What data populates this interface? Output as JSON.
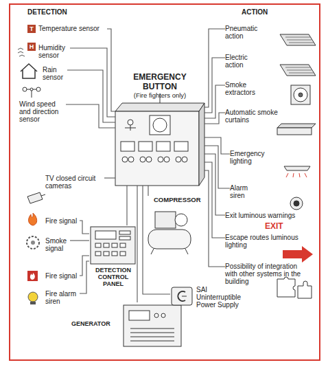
{
  "diagram": {
    "nodes": [
      {
        "text": [
          "EMERGENCY BUTTON",
          "(Fire fighters only)"
        ]
      },
      {
        "text": [
          "Temperature sensor"
        ]
      },
      {
        "text": [
          "Humidity sensor"
        ]
      },
      {
        "text": [
          "Rain sensor"
        ]
      },
      {
        "text": [
          "Wind speed and direction sensor"
        ]
      },
      {
        "text": [
          "TV closed circuit cameras"
        ]
      },
      {
        "text": [
          "DETECTION CONTROL PANEL"
        ]
      },
      {
        "text": [
          "Fire signal"
        ]
      },
      {
        "text": [
          "Smoke signal"
        ]
      },
      {
        "text": [
          "Fire signal"
        ]
      },
      {
        "text": [
          "Fire alarm siren"
        ]
      },
      {
        "text": [
          "GENERATOR"
        ]
      },
      {
        "text": [
          "COMPRESSOR"
        ]
      },
      {
        "text": [
          "SAI Uninterruptible Power Supply"
        ]
      },
      {
        "text": [
          "Pneumatic action"
        ]
      },
      {
        "text": [
          "Electric action"
        ]
      },
      {
        "text": [
          "Smoke extractors"
        ]
      },
      {
        "text": [
          "Automatic smoke curtains"
        ]
      },
      {
        "text": [
          "Emergency lighting"
        ]
      },
      {
        "text": [
          "Alarm siren"
        ]
      },
      {
        "text": [
          "Exit luminous warnings"
        ]
      },
      {
        "text": [
          "Escape routes luminous lighting"
        ]
      },
      {
        "text": [
          "Possibility of integration with other systems in the building"
        ]
      }
    ],
    "edges": [
      {
        "from": 1,
        "to": 0,
        "arrow": "none"
      },
      {
        "from": 2,
        "to": 0,
        "arrow": "none"
      },
      {
        "from": 3,
        "to": 0,
        "arrow": "none"
      },
      {
        "from": 4,
        "to": 0,
        "arrow": "none"
      },
      {
        "from": 5,
        "to": 0,
        "arrow": "none"
      },
      {
        "from": 6,
        "to": 0,
        "arrow": "none"
      },
      {
        "from": 7,
        "to": 6,
        "arrow": "none"
      },
      {
        "from": 8,
        "to": 6,
        "arrow": "none"
      },
      {
        "from": 9,
        "to": 6,
        "arrow": "none"
      },
      {
        "from": 10,
        "to": 6,
        "arrow": "none"
      },
      {
        "from": 11,
        "to": 0,
        "arrow": "none"
      },
      {
        "from": 12,
        "to": 0,
        "arrow": "none"
      },
      {
        "from": 13,
        "to": 0,
        "arrow": "none"
      },
      {
        "from": 0,
        "to": 14,
        "arrow": "none"
      },
      {
        "from": 0,
        "to": 15,
        "arrow": "none"
      },
      {
        "from": 0,
        "to": 16,
        "arrow": "none"
      },
      {
        "from": 0,
        "to": 17,
        "arrow": "none"
      },
      {
        "from": 0,
        "to": 18,
        "arrow": "none"
      },
      {
        "from": 0,
        "to": 19,
        "arrow": "none"
      },
      {
        "from": 0,
        "to": 20,
        "arrow": "none"
      },
      {
        "from": 0,
        "to": 21,
        "arrow": "none"
      },
      {
        "from": 0,
        "to": 22,
        "arrow": "none"
      }
    ],
    "labels": [
      "DETECTION",
      "ACTION",
      "T",
      "H",
      "EXIT"
    ]
  }
}
